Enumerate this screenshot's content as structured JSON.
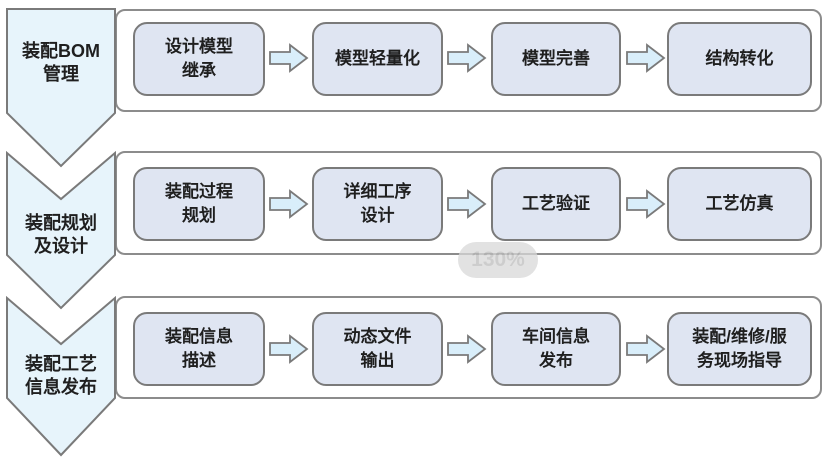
{
  "colors": {
    "chevron_fill": "#e7f4fb",
    "box_fill": "#dfe5f2",
    "arrow_fill": "#d9eefa",
    "shape_border": "#7a7a7a",
    "panel_border": "#8c8c8c",
    "text": "#1f1f1f",
    "badge_bg": "#d9d9d9",
    "badge_text": "#bdbdbd"
  },
  "overlay": {
    "zoom_badge": "130%"
  },
  "rows": [
    {
      "stage": {
        "label": "装配BOM\n管理"
      },
      "steps": [
        {
          "label": "设计模型\n继承"
        },
        {
          "label": "模型轻量化"
        },
        {
          "label": "模型完善"
        },
        {
          "label": "结构转化"
        }
      ]
    },
    {
      "stage": {
        "label": "装配规划\n及设计"
      },
      "steps": [
        {
          "label": "装配过程\n规划"
        },
        {
          "label": "详细工序\n设计"
        },
        {
          "label": "工艺验证"
        },
        {
          "label": "工艺仿真"
        }
      ]
    },
    {
      "stage": {
        "label": "装配工艺\n信息发布"
      },
      "steps": [
        {
          "label": "装配信息\n描述"
        },
        {
          "label": "动态文件\n输出"
        },
        {
          "label": "车间信息\n发布"
        },
        {
          "label": "装配/维修/服\n务现场指导"
        }
      ]
    }
  ]
}
